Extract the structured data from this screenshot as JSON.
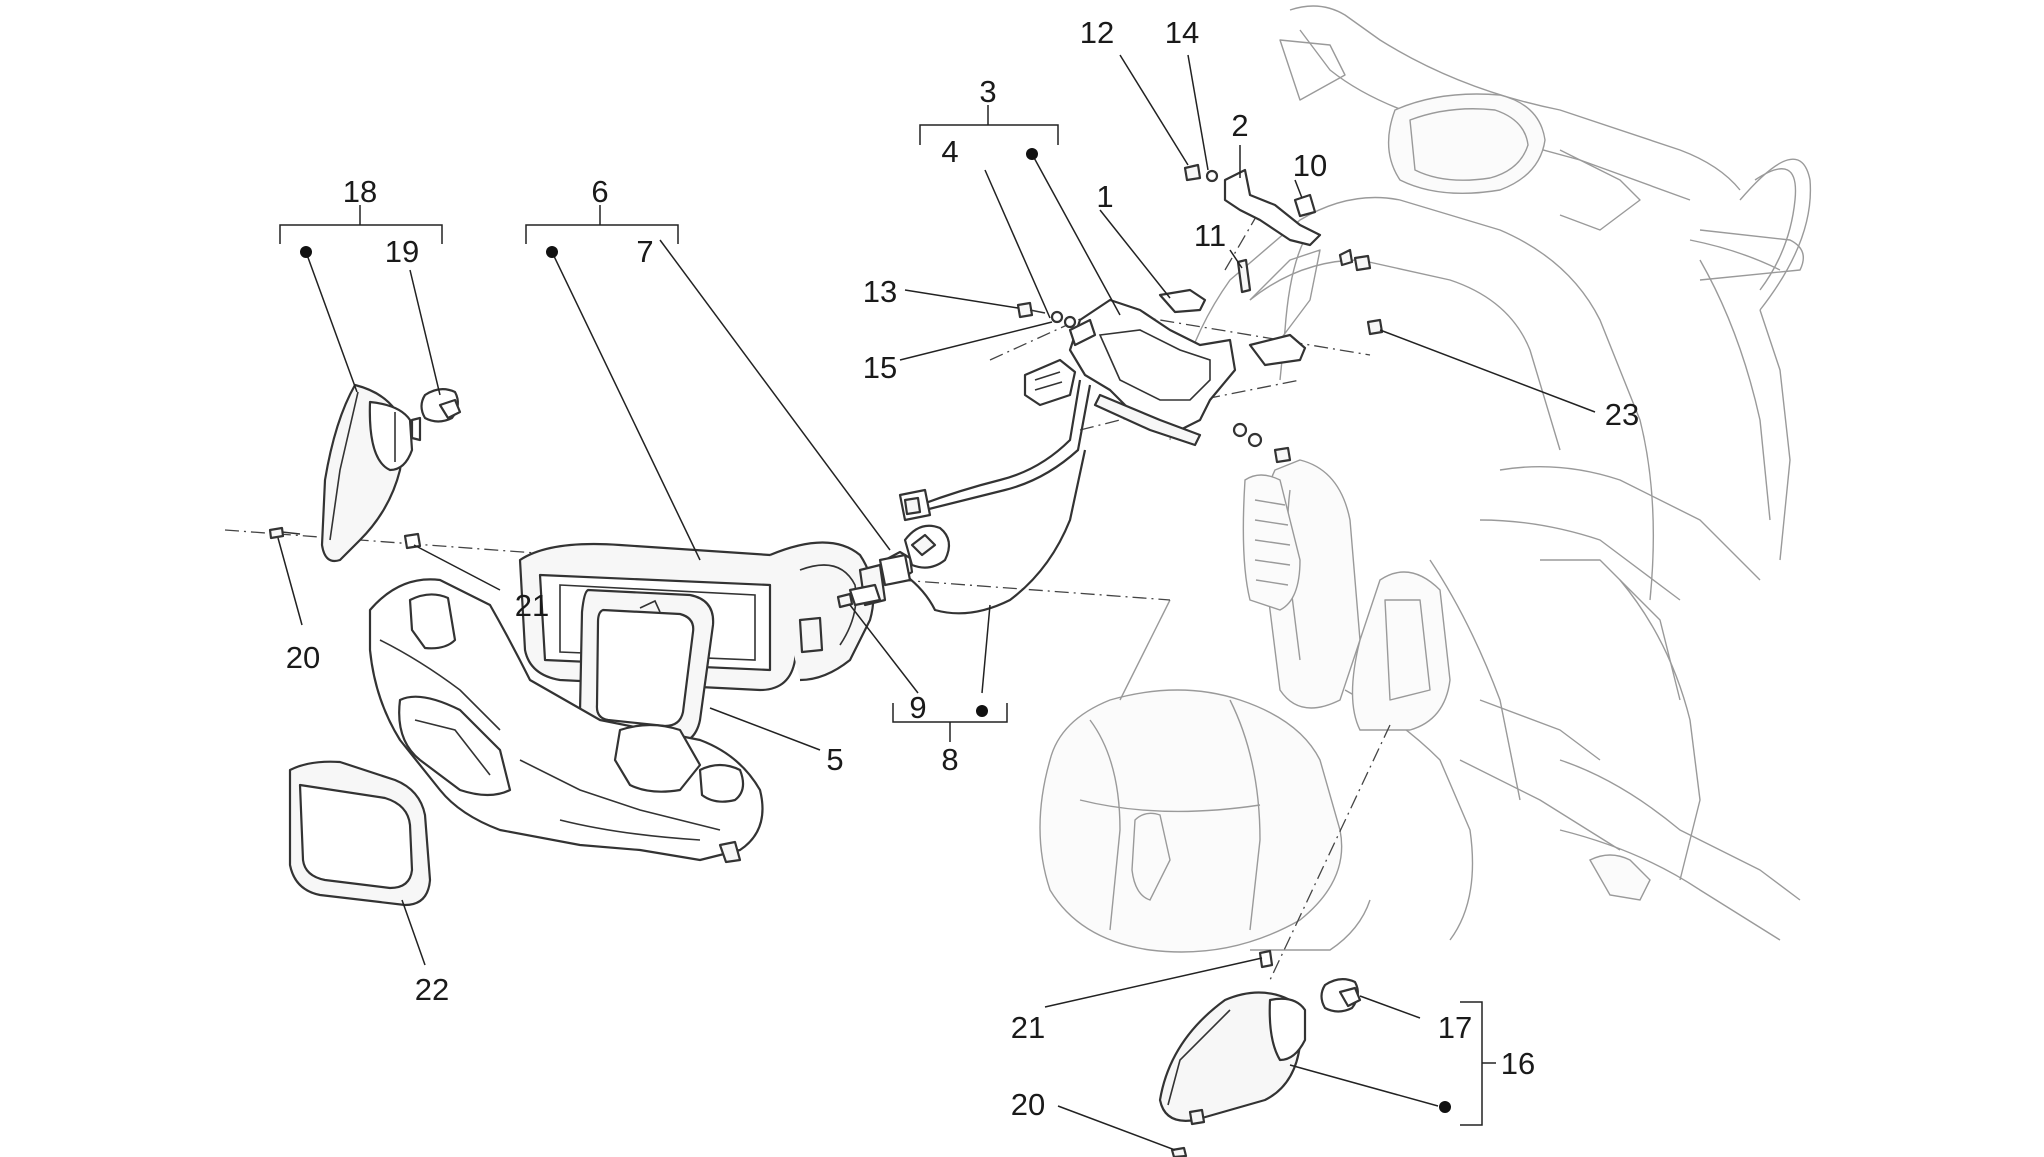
{
  "labels": {
    "l1": "1",
    "l2": "2",
    "l3": "3",
    "l4": "4",
    "l5": "5",
    "l6": "6",
    "l7": "7",
    "l8": "8",
    "l9": "9",
    "l10": "10",
    "l11": "11",
    "l12": "12",
    "l13": "13",
    "l14": "14",
    "l15": "15",
    "l16": "16",
    "l17": "17",
    "l18": "18",
    "l19": "19",
    "l20a": "20",
    "l20b": "20",
    "l21a": "21",
    "l21b": "21",
    "l22": "22",
    "l23": "23"
  }
}
